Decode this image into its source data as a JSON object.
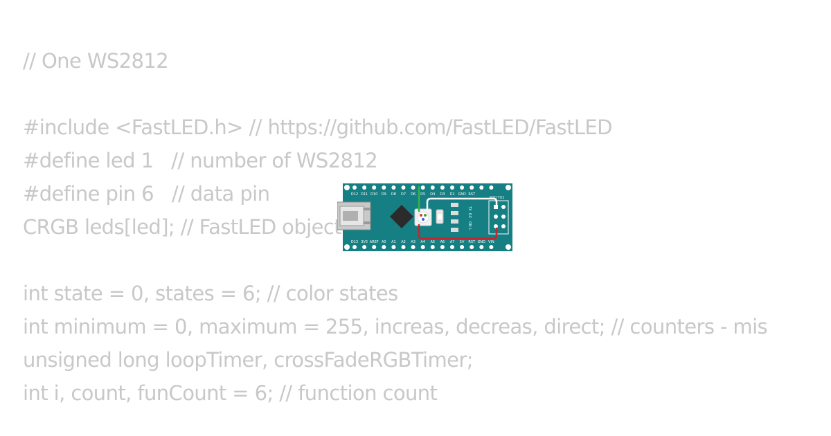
{
  "code": {
    "lines": [
      "// One WS2812",
      "#include <FastLED.h> // https://github.com/FastLED/FastLED",
      "#define led 1   // number of WS2812",
      "#define pin 6   // data pin",
      "CRGB leds[led]; // FastLED object",
      "int state = 0, states = 6; // color states",
      "int minimum = 0, maximum = 255, increas, decreas, direct; // counters - mis",
      "unsigned long loopTimer, crossFadeRGBTimer;",
      "int i, count, funCount = 6; // function count"
    ]
  },
  "board": {
    "top_header": [
      "D12",
      "D11",
      "D10",
      "D9",
      "D8",
      "D7",
      "D6",
      "D5",
      "D4",
      "D3",
      "D2",
      "GND",
      "RST"
    ],
    "bottom_header": [
      "D13",
      "3V3",
      "AREF",
      "A0",
      "A1",
      "A2",
      "A3",
      "A4",
      "A5",
      "A6",
      "A7",
      "5V",
      "RST",
      "GND",
      "VIN"
    ],
    "icsp_label": "RX0 TX1",
    "led_labels": [
      "TX",
      "RX",
      "ON",
      "L"
    ],
    "colors": {
      "board": "#157f83",
      "wire_data": "#37b34a",
      "wire_power": "#c4262e",
      "wire_ground": "#ffffff",
      "code_text": "#c8c8c8"
    }
  }
}
